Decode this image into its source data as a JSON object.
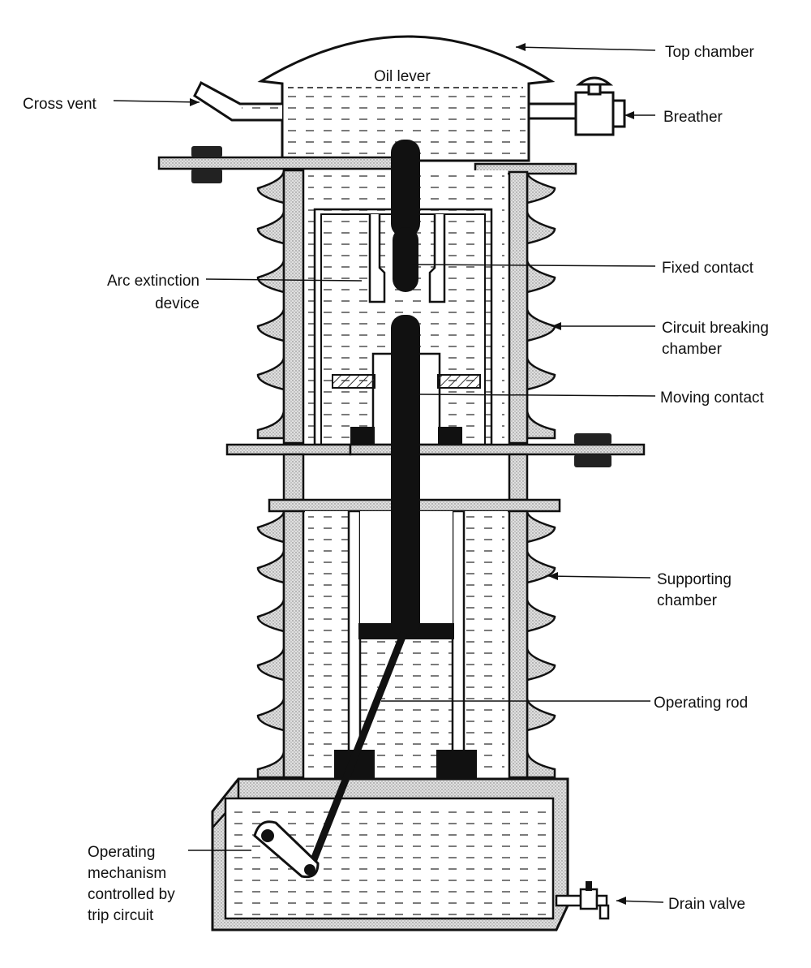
{
  "labels": {
    "top_chamber": "Top chamber",
    "oil_lever": "Oil lever",
    "cross_vent": "Cross vent",
    "breather": "Breather",
    "fixed_contact": "Fixed contact",
    "arc_extinction_1": "Arc extinction",
    "arc_extinction_2": "device",
    "circuit_breaking_1": "Circuit breaking",
    "circuit_breaking_2": "chamber",
    "moving_contact": "Moving contact",
    "supporting_1": "Supporting",
    "supporting_2": "chamber",
    "operating_rod": "Operating rod",
    "operating_mech_1": "Operating",
    "operating_mech_2": "mechanism",
    "operating_mech_3": "controlled by",
    "operating_mech_4": "trip circuit",
    "drain_valve": "Drain valve"
  },
  "colors": {
    "ink": "#111111",
    "paper": "#ffffff",
    "porcelain_shade": "#c8c8c8",
    "hatch": "#444444"
  }
}
